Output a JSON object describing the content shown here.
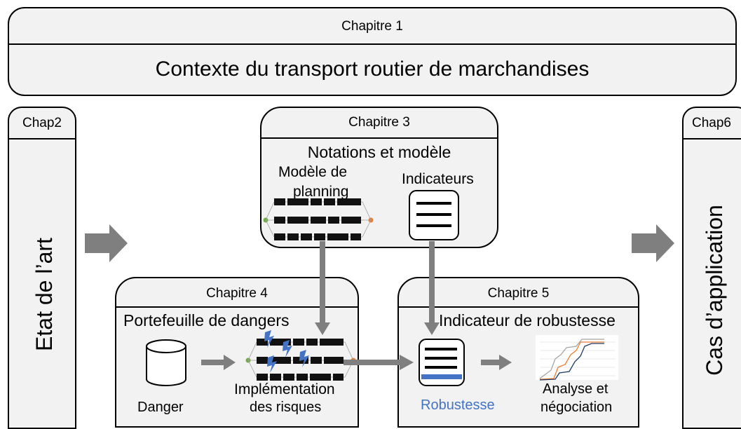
{
  "chapter1": {
    "header": "Chapitre 1",
    "title": "Contexte du transport routier de marchandises"
  },
  "chapter2": {
    "header": "Chap2",
    "title": "Etat de l’art"
  },
  "chapter3": {
    "header": "Chapitre 3",
    "title": "Notations et modèle",
    "planning_label_1": "Modèle de",
    "planning_label_2": "planning",
    "indicators_label": "Indicateurs"
  },
  "chapter4": {
    "header": "Chapitre 4",
    "title": "Portefeuille de dangers",
    "danger_label": "Danger",
    "impl_label_1": "Implémentation",
    "impl_label_2": "des risques"
  },
  "chapter5": {
    "header": "Chapitre 5",
    "title": "Indicateur de robustesse",
    "robustness_label": "Robustesse",
    "analysis_label_1": "Analyse et",
    "analysis_label_2": "négociation"
  },
  "chapter6": {
    "header": "Chap6",
    "title": "Cas d’application"
  },
  "colors": {
    "box_fill": "#f2f2f2",
    "arrow": "#7f7f7f",
    "accent_blue": "#4472c4",
    "node_green": "#70ad47",
    "node_orange": "#ed7d31"
  }
}
